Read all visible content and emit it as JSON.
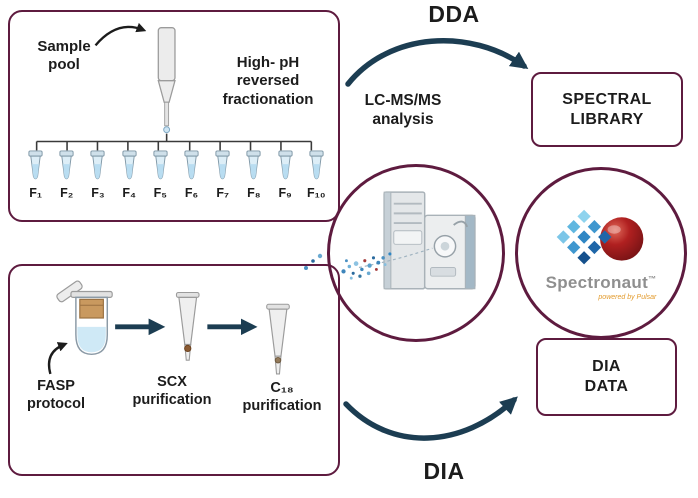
{
  "colors": {
    "box_border": "#5e1b3f",
    "flow_arrow": "#1c3d52",
    "text": "#1c1c1c",
    "logo_orange": "#e39b2d"
  },
  "labels": {
    "dda": "DDA",
    "dia": "DIA",
    "lcms": "LC-MS/MS\nanalysis",
    "spectral_library": "SPECTRAL\nLIBRARY",
    "dia_data": "DIA\nDATA"
  },
  "fractionation_panel": {
    "sample_pool": "Sample\npool",
    "method": "High- pH\nreversed\nfractionation",
    "fractions": [
      "F₁",
      "F₂",
      "F₃",
      "F₄",
      "F₅",
      "F₆",
      "F₇",
      "F₈",
      "F₉",
      "F₁₀"
    ]
  },
  "purification_panel": {
    "fasp": "FASP\nprotocol",
    "scx": "SCX\npurification",
    "c18": "C₁₈\npurification"
  },
  "spectronaut": {
    "name": "Spectronaut",
    "tm": "™",
    "tagline": "powered by Pulsar"
  }
}
